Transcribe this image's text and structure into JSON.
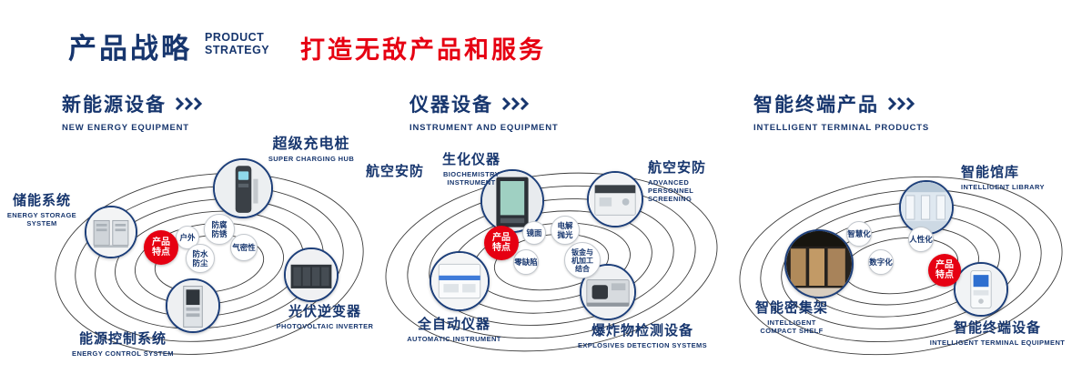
{
  "header": {
    "title_cn": "产品战略",
    "title_en_line1": "PRODUCT",
    "title_en_line2": "STRATEGY",
    "slogan": "打造无敌产品和服务"
  },
  "sections": [
    {
      "title_cn": "新能源设备",
      "title_en": "NEW ENERGY EQUIPMENT",
      "badge": "产品特点",
      "features": [
        "户外",
        "防腐防锈",
        "气密性",
        "防水防尘"
      ],
      "products": [
        {
          "cn": "储能系统",
          "en": "ENERGY STORAGE SYSTEM"
        },
        {
          "cn": "超级充电桩",
          "en": "SUPER CHARGING HUB"
        },
        {
          "cn": "光伏逆变器",
          "en": "PHOTOVOLTAIC INVERTER"
        },
        {
          "cn": "能源控制系统",
          "en": "ENERGY CONTROL SYSTEM"
        }
      ]
    },
    {
      "title_cn": "仪器设备",
      "title_en": "INSTRUMENT AND EQUIPMENT",
      "badge": "产品特点",
      "side_label": "航空安防",
      "features": [
        "镜面",
        "电解抛光",
        "零缺陷",
        "钣金与机加工结合"
      ],
      "products": [
        {
          "cn": "生化仪器",
          "en": "BIOCHEMISTRY INSTRUMENT"
        },
        {
          "cn": "航空安防",
          "en": "ADVANCED PERSONNEL SCREENING"
        },
        {
          "cn": "全自动仪器",
          "en": "AUTOMATIC INSTRUMENT"
        },
        {
          "cn": "爆炸物检测设备",
          "en": "EXPLOSIVES DETECTION SYSTEMS"
        }
      ]
    },
    {
      "title_cn": "智能终端产品",
      "title_en": "INTELLIGENT TERMINAL PRODUCTS",
      "badge": "产品特点",
      "features": [
        "智慧化",
        "人性化",
        "数字化"
      ],
      "products": [
        {
          "cn": "智能馆库",
          "en": "INTELLIGENT LIBRARY"
        },
        {
          "cn": "智能密集架",
          "en": "INTELLIGENT COMPACT SHELF"
        },
        {
          "cn": "智能终端设备",
          "en": "INTELLIGENT TERMINAL EQUIPMENT"
        }
      ]
    }
  ],
  "colors": {
    "navy": "#17366e",
    "red": "#e60012"
  }
}
